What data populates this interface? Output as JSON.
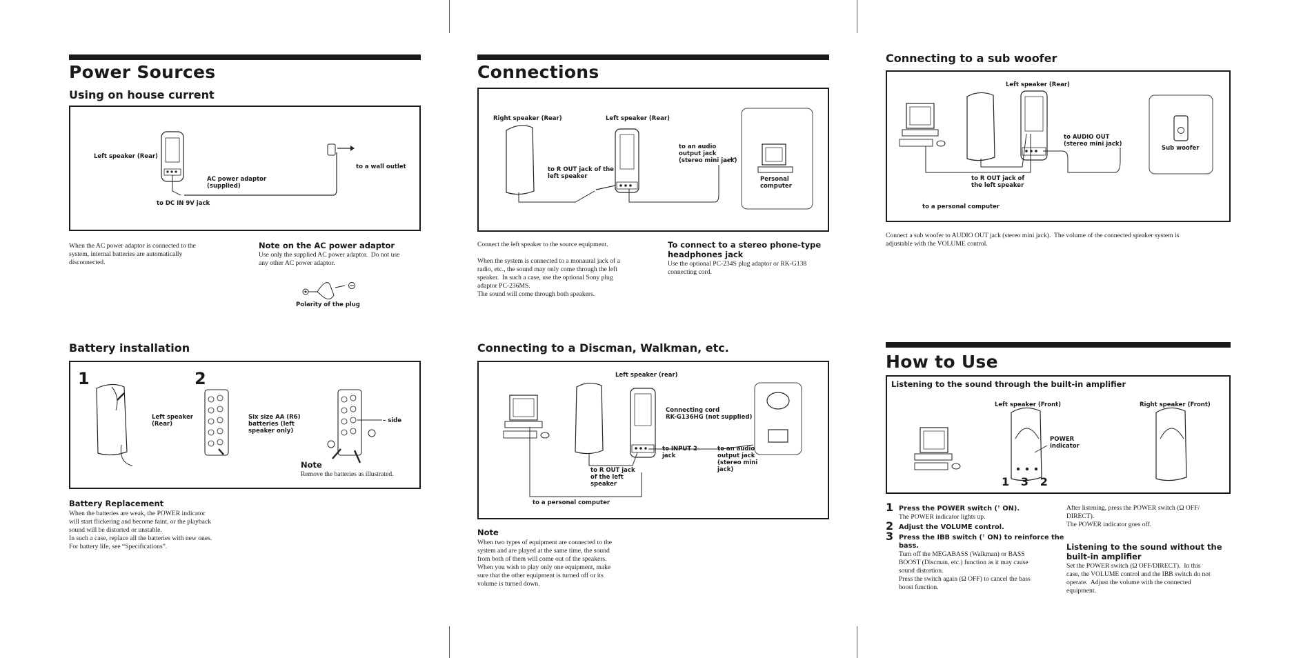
{
  "power_sources": {
    "title": "Power Sources",
    "subtitle": "Using on house current",
    "fig": {
      "left_speaker": "Left speaker (Rear)",
      "wall_outlet": "to a wall outlet",
      "adaptor": "AC power adaptor\n(supplied)",
      "dc_jack": "to DC IN 9V jack"
    },
    "body": "When the AC power adaptor is connected to the\nsystem, internal batteries are automatically\ndisconnected.",
    "note_title": "Note on the AC power adaptor",
    "note_body": "Use only the supplied AC power adaptor.  Do not use\nany other AC power adaptor.",
    "polarity": "Polarity of the plug"
  },
  "battery": {
    "title": "Battery installation",
    "step1": "1",
    "step2": "2",
    "left_speaker": "Left speaker\n(Rear)",
    "batteries": "Six size AA (R6)\nbatteries (left\nspeaker only)",
    "minus_side": "– side",
    "note_title": "Note",
    "note_body": "Remove the batteries as illustrated.",
    "replace_title": "Battery Replacement",
    "replace_body": "When the batteries are weak, the POWER indicator\nwill start flickering and become faint, or the playback\nsound will be distorted or unstable.\nIn such a case, replace all the batteries with new ones.\nFor battery life, see “Specifications”."
  },
  "connections": {
    "title": "Connections",
    "fig": {
      "right_speaker": "Right speaker (Rear)",
      "left_speaker": "Left speaker (Rear)",
      "r_out": "to R OUT jack of the\nleft speaker",
      "audio_out": "to an audio\noutput jack\n(stereo mini jack)",
      "pc": "Personal\ncomputer"
    },
    "body": "Connect the left speaker to the source equipment.\n\nWhen the system is connected to a monaural jack of a\nradio, etc., the sound may only come through the left\nspeaker.  In such a case, use the optional Sony plug\nadaptor PC-236MS.\nThe sound will come through both speakers.",
    "headphone_title": "To connect to a stereo phone-type\nheadphones jack",
    "headphone_body": "Use the optional PC-234S plug adaptor or RK-G138\nconnecting cord."
  },
  "discman": {
    "title": "Connecting to a Discman, Walkman, etc.",
    "fig": {
      "left_speaker": "Left speaker (rear)",
      "cord": "Connecting cord\nRK-G136HG (not supplied)",
      "input2": "to INPUT 2\njack",
      "audio_out": "to an audio\noutput jack\n(stereo mini\njack)",
      "r_out": "to R OUT jack\nof the left\nspeaker",
      "pc": "to a personal computer"
    },
    "note_title": "Note",
    "note_body": "When two types of equipment are connected to the\nsystem and are played at the same time, the sound\nfrom both of them will come out of the speakers.\nWhen you wish to play only one equipment, make\nsure that the other equipment is turned off or its\nvolume is turned down."
  },
  "subwoofer": {
    "title": "Connecting to a sub woofer",
    "fig": {
      "left_speaker": "Left speaker (Rear)",
      "audio_out": "to AUDIO OUT\n(stereo mini jack)",
      "sub": "Sub woofer",
      "r_out": "to R OUT jack of\nthe left speaker",
      "pc": "to a personal computer"
    },
    "body": "Connect a sub woofer to AUDIO OUT jack (stereo mini jack).  The volume of the connected speaker system is\nadjustable with the VOLUME control."
  },
  "how_to_use": {
    "title": "How to Use",
    "box_title": "Listening to the sound through the built-in amplifier",
    "fig": {
      "left_speaker": "Left speaker (Front)",
      "right_speaker": "Right speaker (Front)",
      "power": "POWER\nindicator",
      "nums": "1   3   2"
    },
    "steps": [
      {
        "num": "1",
        "title": "Press the POWER switch (ꜛ ON).",
        "body": "The POWER indicator lights up."
      },
      {
        "num": "2",
        "title": "Adjust the VOLUME control.",
        "body": ""
      },
      {
        "num": "3",
        "title": "Press the IBB switch (ꜛ ON) to reinforce the\nbass.",
        "body": "Turn off the MEGABASS (Walkman) or BASS\nBOOST (Discman, etc.) function as it may cause\nsound distortion.\nPress the switch again (Ω OFF) to cancel the bass\nboost function."
      }
    ],
    "after": "After listening, press the POWER switch (Ω OFF/\nDIRECT).\nThe POWER indicator goes off.",
    "without_title": "Listening to the sound without the\nbuilt-in amplifier",
    "without_body": "Set the POWER switch (Ω OFF/DIRECT).  In this\ncase, the VOLUME control and the IBB switch do not\noperate.  Adjust the volume with the connected\nequipment."
  }
}
